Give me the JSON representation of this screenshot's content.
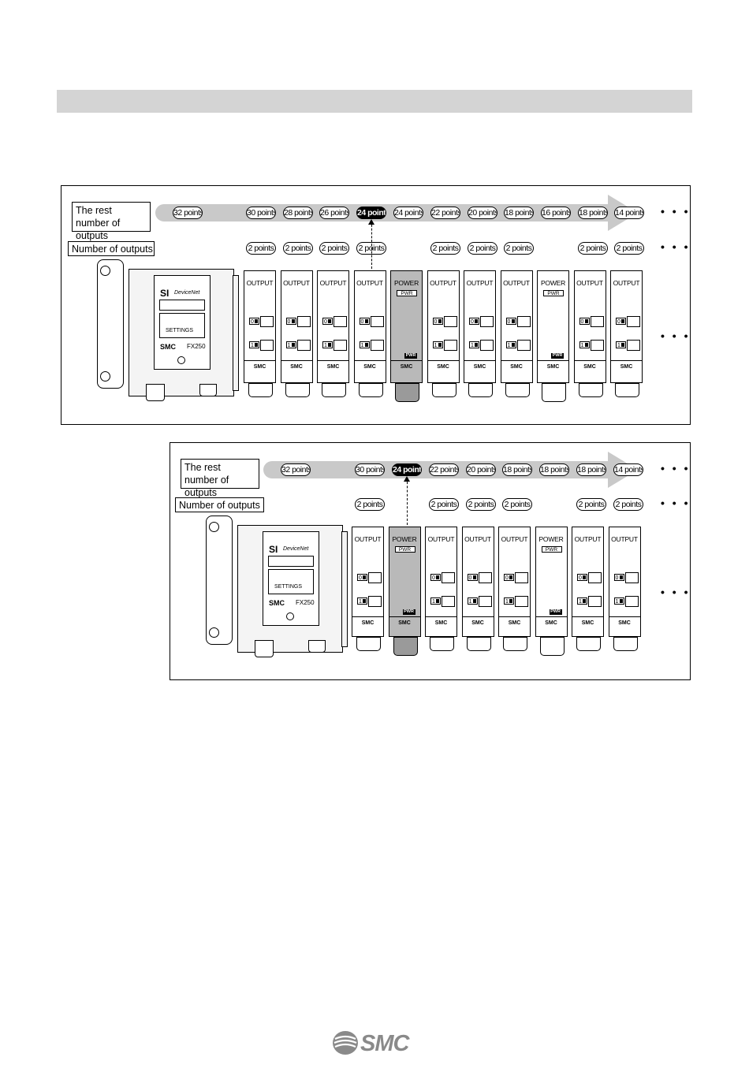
{
  "diagram_1": {
    "rest_label": "The rest number of outputs",
    "num_label": "Number of outputs",
    "rest_points": [
      "32 points",
      "30 points",
      "28 points",
      "26 points",
      "24 points",
      "24 points",
      "22 points",
      "20 points",
      "18 points",
      "16 points",
      "18 points",
      "14 points"
    ],
    "highlight_index": 4,
    "num_points": [
      "",
      "2 points",
      "2 points",
      "2 points",
      "2 points",
      "",
      "2 points",
      "2 points",
      "2 points",
      "",
      "2 points",
      "2 points"
    ],
    "modules": [
      "OUTPUT",
      "OUTPUT",
      "OUTPUT",
      "OUTPUT",
      "POWER",
      "OUTPUT",
      "OUTPUT",
      "OUTPUT",
      "POWER",
      "OUTPUT",
      "OUTPUT"
    ],
    "shaded_module_index": 4
  },
  "diagram_2": {
    "rest_label": "The rest number of outputs",
    "num_label": "Number of outputs",
    "rest_points": [
      "32 points",
      "30 points",
      "24 points",
      "22 points",
      "20 points",
      "18 points",
      "18 points",
      "18 points",
      "14 points"
    ],
    "highlight_index": 2,
    "num_points": [
      "",
      "2 points",
      "",
      "2 points",
      "2 points",
      "2 points",
      "",
      "2 points",
      "2 points"
    ],
    "modules": [
      "OUTPUT",
      "POWER",
      "OUTPUT",
      "OUTPUT",
      "OUTPUT",
      "POWER",
      "OUTPUT",
      "OUTPUT"
    ],
    "shaded_module_index": 1
  },
  "si_unit": {
    "title": "SI",
    "protocol": "DeviceNet",
    "settings": "SETTINGS",
    "model": "FX250",
    "brand": "SMC"
  },
  "module_labels": {
    "led0": "0",
    "led1": "1",
    "pwr": "PWR",
    "brand": "SMC"
  },
  "ellipsis": "• • •",
  "footer_brand": "SMC"
}
